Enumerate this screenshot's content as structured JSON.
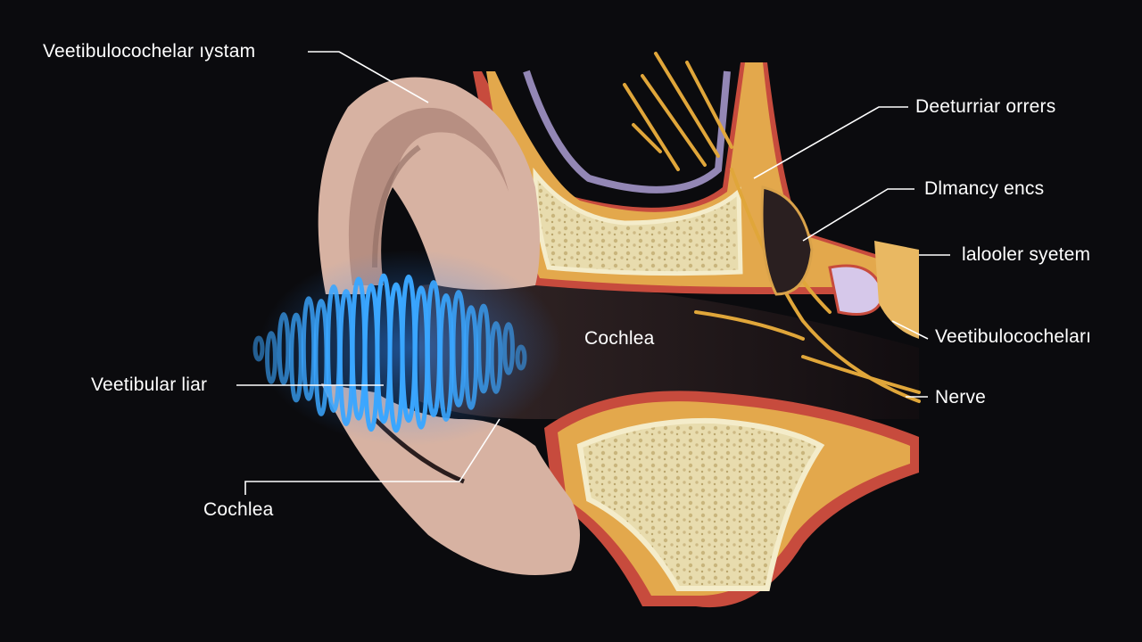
{
  "labels": {
    "vestibulocochlear_system_top": "Veetibulocochelar ıystam",
    "destunar_orters": "Deeturriar orrers",
    "dimancy_encs": "Dlmancy encs",
    "lololer_system": "lalooler syetem",
    "cochlea_center": "Cochlea",
    "vestibulocochlear_right": "Veetibulococheları",
    "nerve": "Nerve",
    "vestibular_liar": "Veetibular liar",
    "cochlea_bottom": "Cochlea"
  },
  "colors": {
    "background": "#0b0b0e",
    "skin": "#d7b2a2",
    "bone": "#e9ddb0",
    "nerve": "#e0a63a",
    "sound_wave": "#3aa6ff",
    "leader_line": "#ffffff"
  }
}
